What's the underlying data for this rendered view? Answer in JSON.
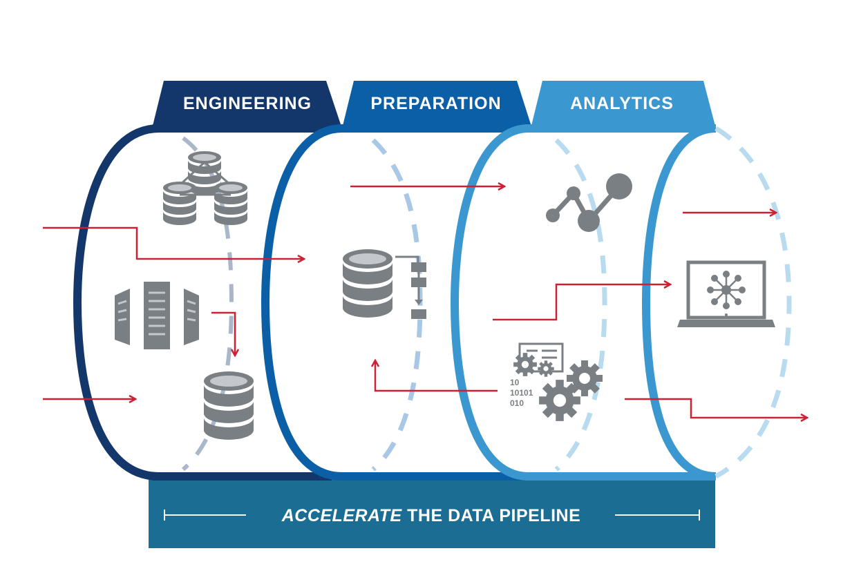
{
  "tabs": [
    {
      "label": "ENGINEERING",
      "color": "#14376b"
    },
    {
      "label": "PREPARATION",
      "color": "#0b5fa6"
    },
    {
      "label": "ANALYTICS",
      "color": "#3a97cf"
    }
  ],
  "banner": {
    "emphasis": "ACCELERATE",
    "text": " THE DATA PIPELINE",
    "color": "#1b6d93"
  },
  "colors": {
    "arrow": "#cf2033",
    "icon": "#7a7f84",
    "dash_navy": "#aab6c9",
    "dash_blue": "#a8c8e6",
    "dash_light": "#b8dbef"
  },
  "icons": [
    "database-network-icon",
    "server-rack-icon",
    "database-icon",
    "database-workflow-icon",
    "line-graph-icon",
    "code-gears-icon",
    "laptop-network-icon"
  ]
}
